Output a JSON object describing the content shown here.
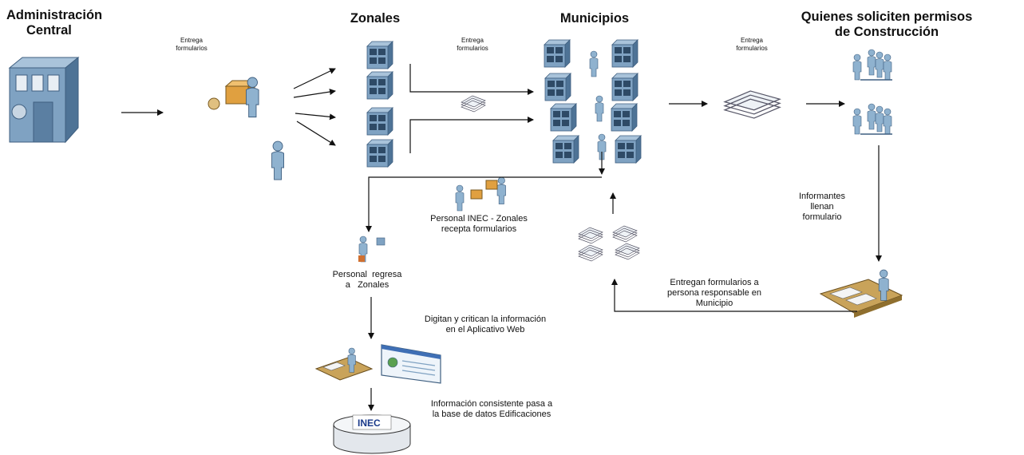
{
  "headers": {
    "admin_line1": "Administración",
    "admin_line2": "Central",
    "zonales": "Zonales",
    "municipios": "Municipios",
    "solicitantes_line1": "Quienes soliciten permisos",
    "solicitantes_line2": "de Construcción"
  },
  "labels": {
    "entrega1_line1": "Entrega",
    "entrega1_line2": "formularios",
    "entrega2_line1": "Entrega",
    "entrega2_line2": "formularios",
    "entrega3_line1": "Entrega",
    "entrega3_line2": "formularios",
    "informantes_line1": "Informantes",
    "informantes_line2": "llenan",
    "informantes_line3": "formulario",
    "recepta_line1": "Personal INEC - Zonales",
    "recepta_line2": "recepta formularios",
    "regresa_line1": "Personal  regresa",
    "regresa_line2": "a   Zonales",
    "entregan_line1": "Entregan formularios a",
    "entregan_line2": "persona responsable en",
    "entregan_line3": "Municipio",
    "digitan_line1": "Digitan y critican la información",
    "digitan_line2": "en el Aplicativo Web",
    "info_line1": "Información consistente pasa a",
    "info_line2": "la base de datos Edificaciones",
    "db_logo": "INEC"
  },
  "colors": {
    "building": "#6f95b6",
    "building_dark": "#3f5f80",
    "person": "#8fb2cf",
    "box": "#e0a040",
    "desk": "#c9a35a",
    "arrow": "#111111"
  },
  "icons": [
    "office-building-icon",
    "handover-people-icon",
    "zonal-building-icon",
    "municipal-building-icon",
    "person-icon",
    "paper-stack-icon",
    "people-group-icon",
    "desk-worker-icon",
    "web-app-window-icon",
    "database-icon"
  ]
}
